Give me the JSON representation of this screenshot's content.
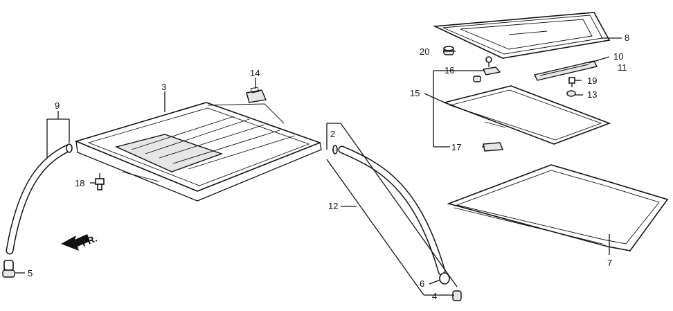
{
  "callouts": {
    "c2": "2",
    "c3": "3",
    "c4": "4",
    "c5": "5",
    "c6": "6",
    "c7": "7",
    "c8": "8",
    "c9": "9",
    "c10": "10",
    "c11": "11",
    "c12": "12",
    "c13": "13",
    "c14": "14",
    "c15": "15",
    "c16": "16",
    "c17": "17",
    "c18": "18",
    "c19": "19",
    "c20": "20"
  },
  "direction": {
    "label": "FR."
  }
}
